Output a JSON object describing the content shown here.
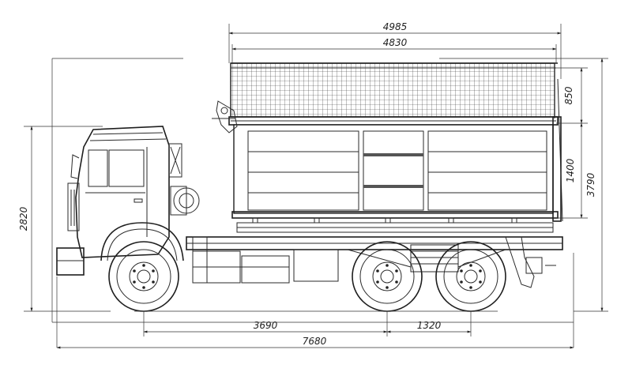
{
  "dimensions": {
    "body_outer_length": "4985",
    "body_inner_length": "4830",
    "mesh_extension_height": "850",
    "side_board_height": "1400",
    "overall_height": "3790",
    "cab_height": "2820",
    "wheelbase_front_to_bogie": "3690",
    "bogie_spacing": "1320",
    "overall_length": "7680"
  }
}
